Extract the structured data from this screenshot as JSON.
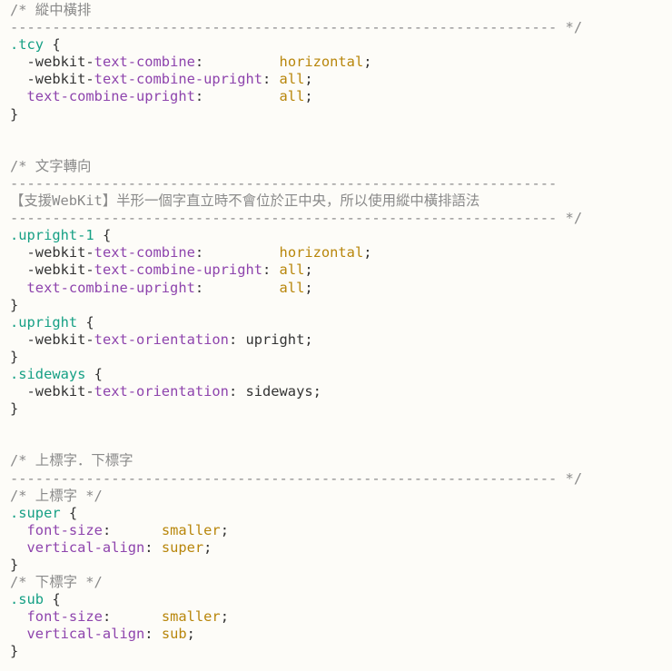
{
  "lines": [
    [
      {
        "t": "/* 縱中橫排",
        "c": "comment"
      }
    ],
    [
      {
        "t": "----------------------------------------------------------------- */",
        "c": "comment"
      }
    ],
    [
      {
        "t": ".tcy",
        "c": "sel"
      },
      {
        "t": " {",
        "c": "plain"
      }
    ],
    [
      {
        "t": "  -webkit-",
        "c": "plain"
      },
      {
        "t": "text-combine",
        "c": "purple"
      },
      {
        "t": ":         ",
        "c": "plain"
      },
      {
        "t": "horizontal",
        "c": "val"
      },
      {
        "t": ";",
        "c": "plain"
      }
    ],
    [
      {
        "t": "  -webkit-",
        "c": "plain"
      },
      {
        "t": "text-combine-upright",
        "c": "purple"
      },
      {
        "t": ": ",
        "c": "plain"
      },
      {
        "t": "all",
        "c": "val"
      },
      {
        "t": ";",
        "c": "plain"
      }
    ],
    [
      {
        "t": "  text-combine-upright",
        "c": "purple"
      },
      {
        "t": ":         ",
        "c": "plain"
      },
      {
        "t": "all",
        "c": "val"
      },
      {
        "t": ";",
        "c": "plain"
      }
    ],
    [
      {
        "t": "}",
        "c": "plain"
      }
    ],
    [],
    [],
    [
      {
        "t": "/* 文字轉向",
        "c": "comment"
      }
    ],
    [
      {
        "t": "-----------------------------------------------------------------",
        "c": "comment"
      }
    ],
    [
      {
        "t": "【支援WebKit】半形一個字直立時不會位於正中央，所以使用縱中橫排語法",
        "c": "comment"
      }
    ],
    [
      {
        "t": "----------------------------------------------------------------- */",
        "c": "comment"
      }
    ],
    [
      {
        "t": ".upright-1",
        "c": "sel"
      },
      {
        "t": " {",
        "c": "plain"
      }
    ],
    [
      {
        "t": "  -webkit-",
        "c": "plain"
      },
      {
        "t": "text-combine",
        "c": "purple"
      },
      {
        "t": ":         ",
        "c": "plain"
      },
      {
        "t": "horizontal",
        "c": "val"
      },
      {
        "t": ";",
        "c": "plain"
      }
    ],
    [
      {
        "t": "  -webkit-",
        "c": "plain"
      },
      {
        "t": "text-combine-upright",
        "c": "purple"
      },
      {
        "t": ": ",
        "c": "plain"
      },
      {
        "t": "all",
        "c": "val"
      },
      {
        "t": ";",
        "c": "plain"
      }
    ],
    [
      {
        "t": "  text-combine-upright",
        "c": "purple"
      },
      {
        "t": ":         ",
        "c": "plain"
      },
      {
        "t": "all",
        "c": "val"
      },
      {
        "t": ";",
        "c": "plain"
      }
    ],
    [
      {
        "t": "}",
        "c": "plain"
      }
    ],
    [
      {
        "t": ".upright",
        "c": "sel"
      },
      {
        "t": " {",
        "c": "plain"
      }
    ],
    [
      {
        "t": "  -webkit-",
        "c": "plain"
      },
      {
        "t": "text-orientation",
        "c": "purple"
      },
      {
        "t": ": upright;",
        "c": "plain"
      }
    ],
    [
      {
        "t": "}",
        "c": "plain"
      }
    ],
    [
      {
        "t": ".sideways",
        "c": "sel"
      },
      {
        "t": " {",
        "c": "plain"
      }
    ],
    [
      {
        "t": "  -webkit-",
        "c": "plain"
      },
      {
        "t": "text-orientation",
        "c": "purple"
      },
      {
        "t": ": sideways;",
        "c": "plain"
      }
    ],
    [
      {
        "t": "}",
        "c": "plain"
      }
    ],
    [],
    [],
    [
      {
        "t": "/* 上標字．下標字",
        "c": "comment"
      }
    ],
    [
      {
        "t": "----------------------------------------------------------------- */",
        "c": "comment"
      }
    ],
    [
      {
        "t": "/* 上標字 */",
        "c": "comment"
      }
    ],
    [
      {
        "t": ".super",
        "c": "sel"
      },
      {
        "t": " {",
        "c": "plain"
      }
    ],
    [
      {
        "t": "  font-size",
        "c": "purple"
      },
      {
        "t": ":      ",
        "c": "plain"
      },
      {
        "t": "smaller",
        "c": "val"
      },
      {
        "t": ";",
        "c": "plain"
      }
    ],
    [
      {
        "t": "  vertical-align",
        "c": "purple"
      },
      {
        "t": ": ",
        "c": "plain"
      },
      {
        "t": "super",
        "c": "val"
      },
      {
        "t": ";",
        "c": "plain"
      }
    ],
    [
      {
        "t": "}",
        "c": "plain"
      }
    ],
    [
      {
        "t": "/* 下標字 */",
        "c": "comment"
      }
    ],
    [
      {
        "t": ".sub",
        "c": "sel"
      },
      {
        "t": " {",
        "c": "plain"
      }
    ],
    [
      {
        "t": "  font-size",
        "c": "purple"
      },
      {
        "t": ":      ",
        "c": "plain"
      },
      {
        "t": "smaller",
        "c": "val"
      },
      {
        "t": ";",
        "c": "plain"
      }
    ],
    [
      {
        "t": "  vertical-align",
        "c": "purple"
      },
      {
        "t": ": ",
        "c": "plain"
      },
      {
        "t": "sub",
        "c": "val"
      },
      {
        "t": ";",
        "c": "plain"
      }
    ],
    [
      {
        "t": "}",
        "c": "plain"
      }
    ]
  ],
  "colors": {
    "background": "#fdfcf8",
    "comment": "#8a8a8a",
    "selector": "#16a085",
    "property": "#8e44ad",
    "value": "#b8860b",
    "plain": "#333333"
  }
}
